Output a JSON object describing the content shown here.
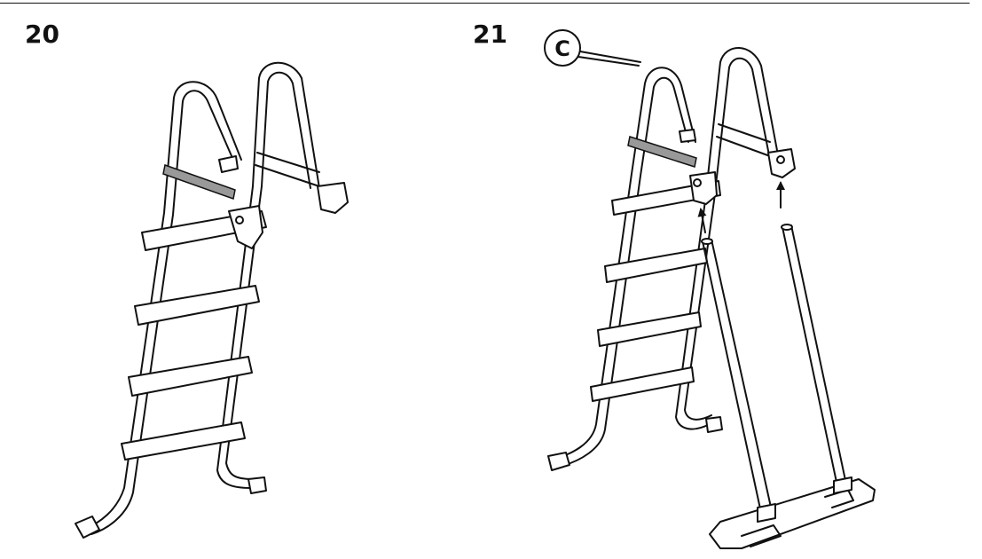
{
  "figure": {
    "steps": [
      {
        "number": "20"
      },
      {
        "number": "21"
      }
    ],
    "callout": {
      "label": "C"
    }
  }
}
